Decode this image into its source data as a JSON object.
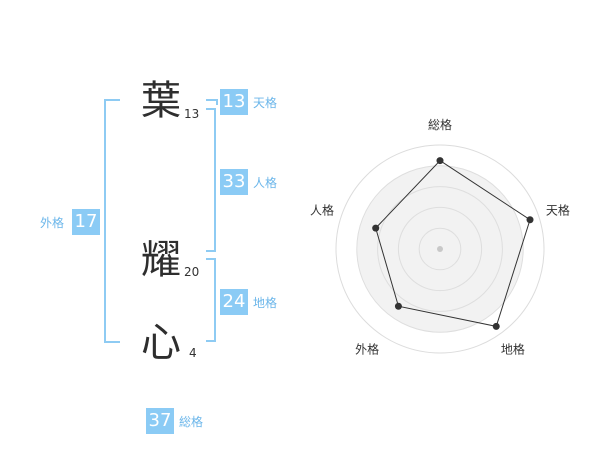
{
  "name": {
    "chars": [
      {
        "char": "葉",
        "strokes": "13"
      },
      {
        "char": "耀",
        "strokes": "20"
      },
      {
        "char": "心",
        "strokes": "4"
      }
    ]
  },
  "kakusu": {
    "tenkaku": {
      "value": "13",
      "label": "天格"
    },
    "jinkaku": {
      "value": "33",
      "label": "人格"
    },
    "chikaku": {
      "value": "24",
      "label": "地格"
    },
    "gaikaku": {
      "value": "17",
      "label": "外格"
    },
    "soukaku": {
      "value": "37",
      "label": "総格"
    }
  },
  "colors": {
    "accent": "#8bcbf5",
    "accent_text": "#6bb6ea",
    "bracket": "#8ecbf3"
  },
  "chart_data": {
    "type": "radar",
    "axes": [
      "総格",
      "天格",
      "地格",
      "外格",
      "人格"
    ],
    "values": [
      0.85,
      0.91,
      0.92,
      0.68,
      0.65
    ],
    "range": [
      0,
      1
    ],
    "rings": 4,
    "grid": true
  }
}
